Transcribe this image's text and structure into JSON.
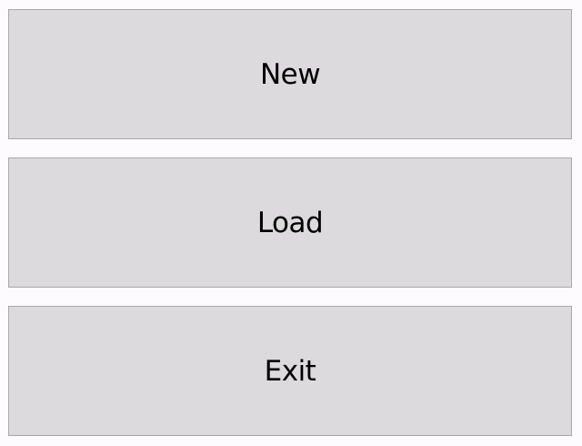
{
  "menu": {
    "buttons": [
      {
        "label": "New"
      },
      {
        "label": "Load"
      },
      {
        "label": "Exit"
      }
    ]
  }
}
